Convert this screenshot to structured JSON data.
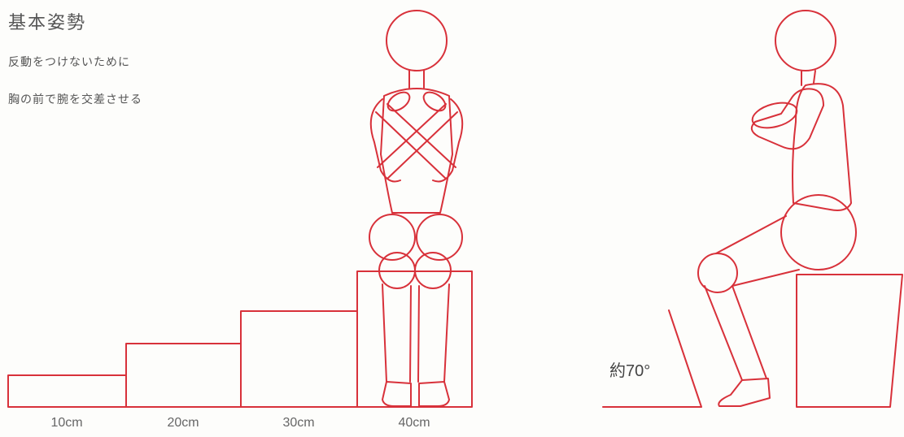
{
  "heading": "基本姿勢",
  "notes": [
    "反動をつけないために",
    "胸の前で腕を交差させる"
  ],
  "heights": [
    "10cm",
    "20cm",
    "30cm",
    "40cm"
  ],
  "angle_label": "約70°",
  "colors": {
    "figure": "#d8313a",
    "text": "#555555"
  }
}
